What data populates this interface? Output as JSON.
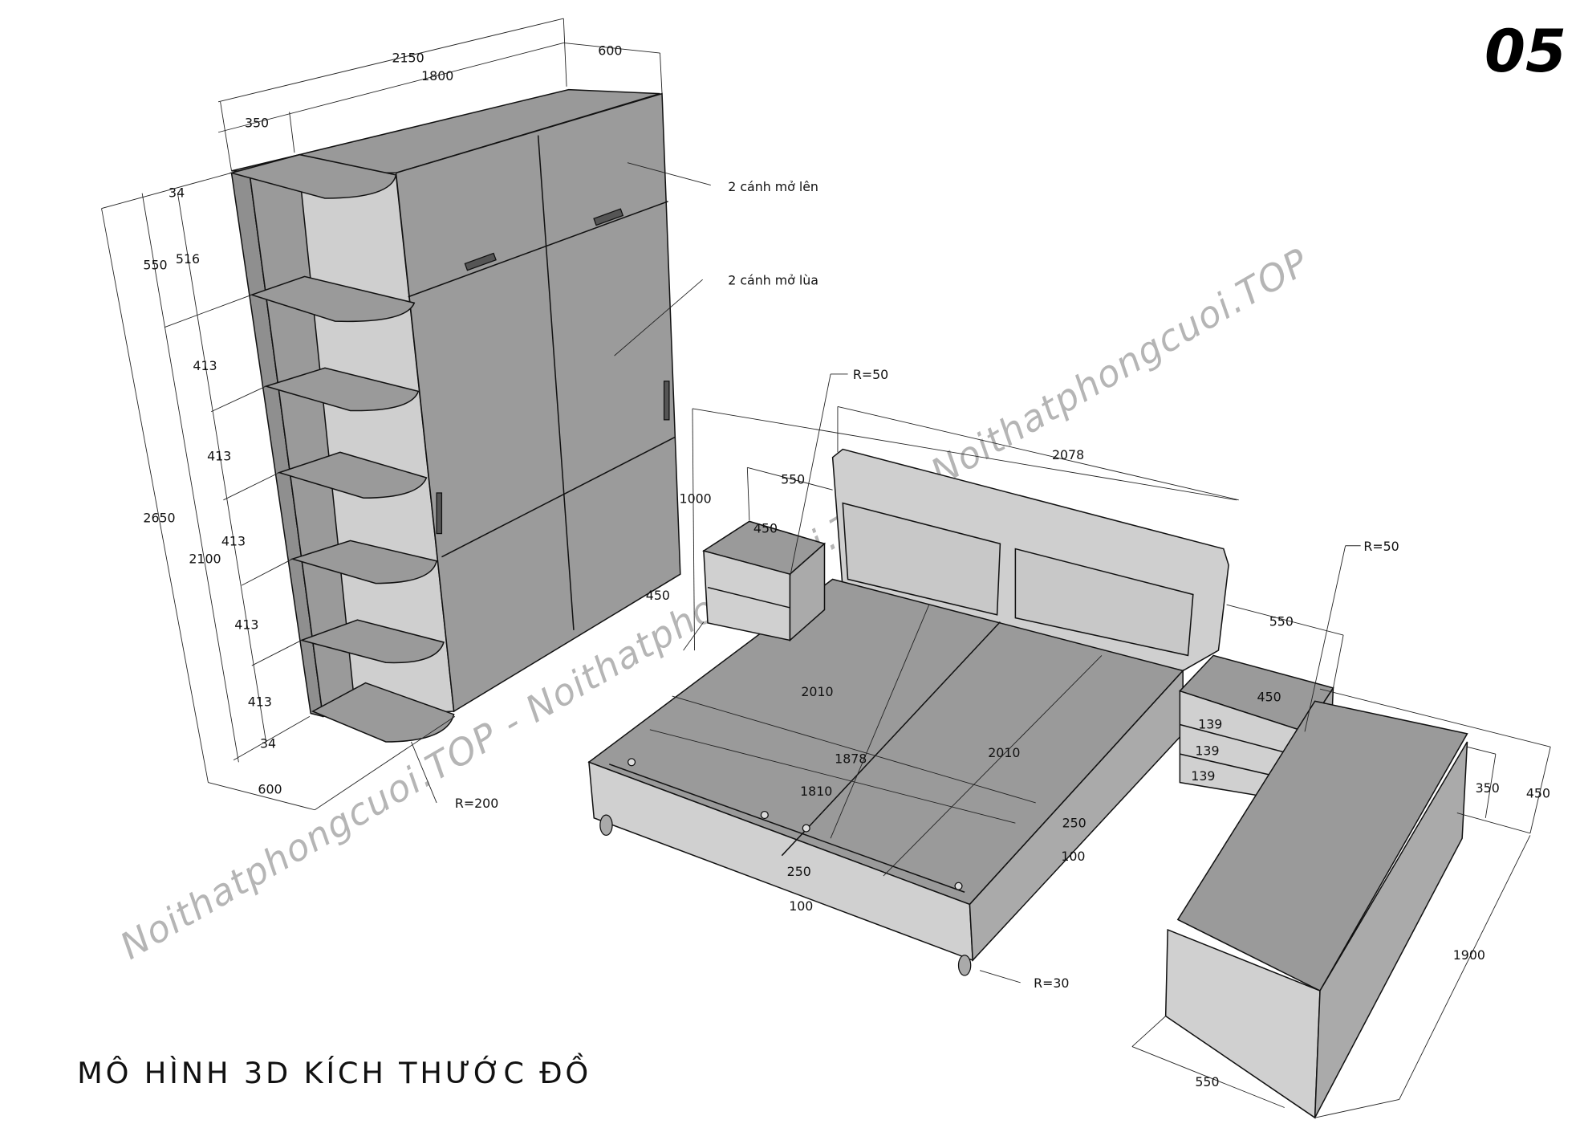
{
  "page_number": "05",
  "title": "MÔ HÌNH 3D KÍCH THƯỚC ĐỒ",
  "watermark": "Noithatphongcuoi.TOP - Noithatphongcuoi.TOP - Noithatphongcuoi.TOP",
  "annotations": {
    "upper_doors": "2 cánh mở lên",
    "sliding_doors": "2 cánh mở lùa",
    "r_shelf": "R=200",
    "r_nightstand_left": "R=50",
    "r_nightstand_right": "R=50",
    "r_bed_leg": "R=30"
  },
  "wardrobe_dims": [
    "2150",
    "1800",
    "600",
    "350",
    "34",
    "550",
    "516",
    "413",
    "413",
    "413",
    "413",
    "413",
    "34",
    "2650",
    "2100",
    "600"
  ],
  "bed_dims": [
    "2078",
    "1000",
    "550",
    "450",
    "450",
    "2010",
    "2010",
    "1878",
    "1810",
    "250",
    "100",
    "250",
    "100"
  ],
  "right_dims": [
    "550",
    "450",
    "139",
    "139",
    "139",
    "350",
    "450",
    "1900",
    "550"
  ]
}
